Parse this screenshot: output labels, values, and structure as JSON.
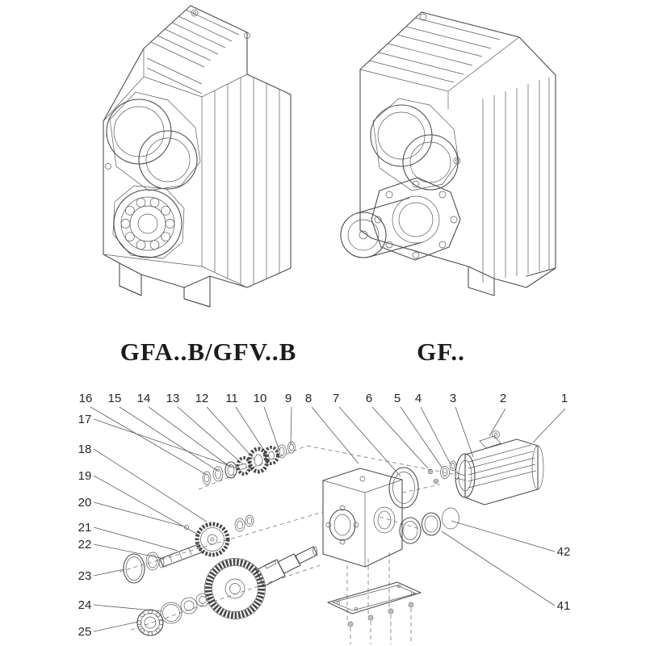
{
  "colors": {
    "background": "#ffffff",
    "line": "#4d4d4d",
    "text": "#262626"
  },
  "figures": {
    "left": {
      "label": "GFA..B/GFV..B"
    },
    "right": {
      "label": "GF.."
    }
  },
  "exploded_view": {
    "top_callouts": [
      "16",
      "15",
      "14",
      "13",
      "12",
      "11",
      "10",
      "9",
      "8",
      "7",
      "6",
      "5",
      "4",
      "3",
      "2",
      "1"
    ],
    "left_callouts": [
      "17",
      "18",
      "19",
      "20",
      "21",
      "22",
      "23",
      "24",
      "25"
    ],
    "right_callouts": [
      "42",
      "41"
    ]
  }
}
